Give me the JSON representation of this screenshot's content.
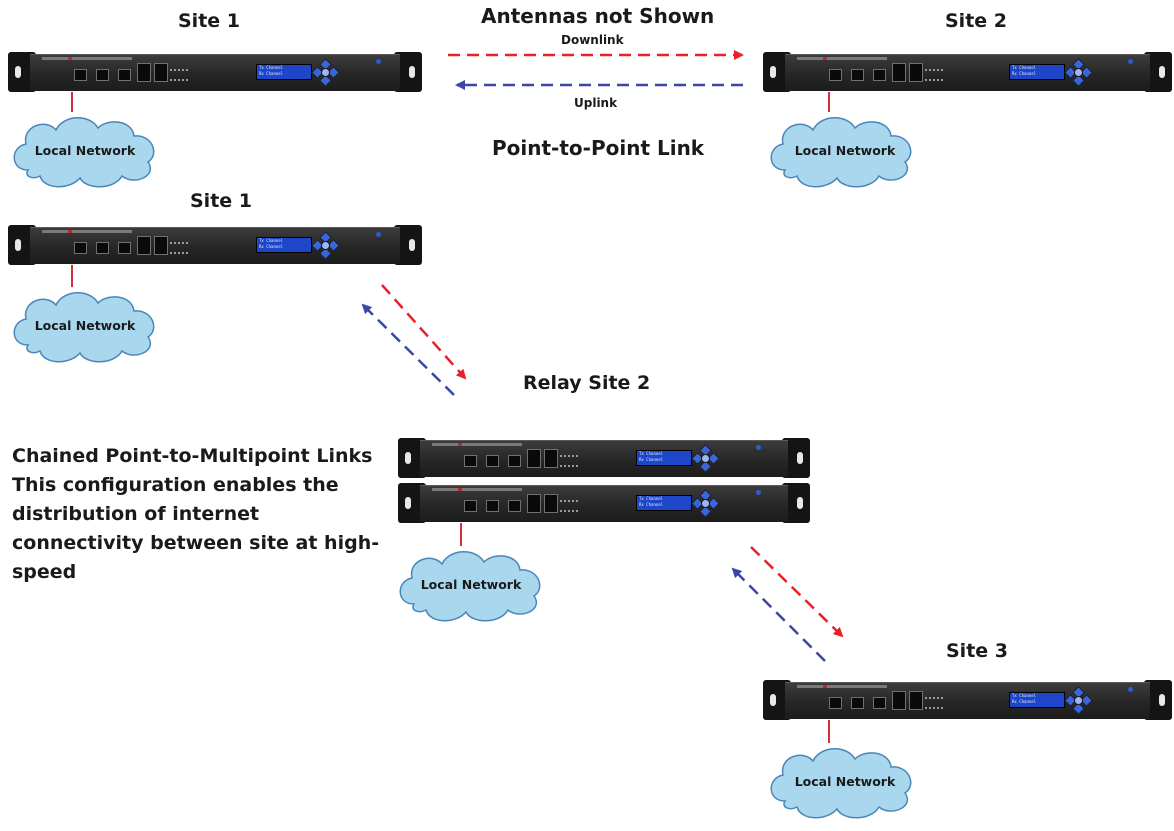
{
  "header": {
    "antennas_note": "Antennas not Shown"
  },
  "point_to_point": {
    "site_a": "Site 1",
    "site_b": "Site 2",
    "downlink": "Downlink",
    "uplink": "Uplink",
    "title": "Point-to-Point Link",
    "network_a": "Local Network",
    "network_b": "Local Network"
  },
  "chained": {
    "site_1": "Site 1",
    "relay": "Relay Site 2",
    "site_3": "Site 3",
    "network_1": "Local Network",
    "network_relay": "Local Network",
    "network_3": "Local Network",
    "description": [
      "Chained Point-to-Multipoint  Links",
      "This configuration enables the",
      "distribution of internet",
      "connectivity between site at high-",
      "speed"
    ]
  },
  "colors": {
    "downlink": "#e8202a",
    "uplink": "#3a47a8",
    "cloud_fill": "#a9d7ee",
    "cloud_stroke": "#4a86b8",
    "link_line": "#d42f3a"
  },
  "icons": {
    "router": "rack-radio-unit-icon",
    "cloud": "network-cloud-icon"
  }
}
